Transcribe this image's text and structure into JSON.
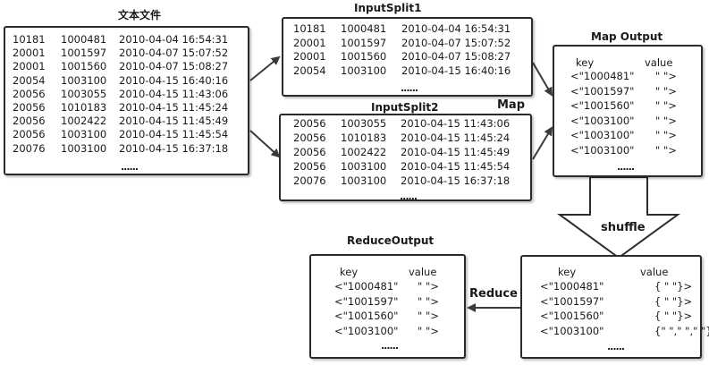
{
  "text_file": {
    "title": "文本文件",
    "rows": [
      [
        "10181",
        "1000481",
        "2010-04-04 16:54:31"
      ],
      [
        "20001",
        "1001597",
        "2010-04-07 15:07:52"
      ],
      [
        "20001",
        "1001560",
        "2010-04-07 15:08:27"
      ],
      [
        "20054",
        "1003100",
        "2010-04-15 16:40:16"
      ],
      [
        "20056",
        "1003055",
        "2010-04-15 11:43:06"
      ],
      [
        "20056",
        "1010183",
        "2010-04-15 11:45:24"
      ],
      [
        "20056",
        "1002422",
        "2010-04-15 11:45:49"
      ],
      [
        "20056",
        "1003100",
        "2010-04-15 11:45:54"
      ],
      [
        "20076",
        "1003100",
        "2010-04-15 16:37:18"
      ]
    ],
    "ellipsis": "......"
  },
  "split1": {
    "title": "InputSplit1",
    "rows": [
      [
        "10181",
        "1000481",
        "2010-04-04 16:54:31"
      ],
      [
        "20001",
        "1001597",
        "2010-04-07 15:07:52"
      ],
      [
        "20001",
        "1001560",
        "2010-04-07 15:08:27"
      ],
      [
        "20054",
        "1003100",
        "2010-04-15 16:40:16"
      ]
    ],
    "ellipsis": "......"
  },
  "split2": {
    "title": "InputSplit2",
    "rows": [
      [
        "20056",
        "1003055",
        "2010-04-15 11:43:06"
      ],
      [
        "20056",
        "1010183",
        "2010-04-15 11:45:24"
      ],
      [
        "20056",
        "1002422",
        "2010-04-15 11:45:49"
      ],
      [
        "20056",
        "1003100",
        "2010-04-15 11:45:54"
      ],
      [
        "20076",
        "1003100",
        "2010-04-15 16:37:18"
      ]
    ],
    "ellipsis": "......"
  },
  "map_label": "Map",
  "map_output": {
    "title": "Map Output",
    "key_header": "key",
    "value_header": "value",
    "rows": [
      [
        "<\"1000481\"",
        "\" \">"
      ],
      [
        "<\"1001597\"",
        "\" \">"
      ],
      [
        "<\"1001560\"",
        "\" \">"
      ],
      [
        "<\"1003100\"",
        "\" \">"
      ],
      [
        "<\"1003100\"",
        "\" \">"
      ],
      [
        "<\"1003100\"",
        "\" \">"
      ]
    ],
    "ellipsis": "......"
  },
  "shuffle_label": "shuffle",
  "reduce_input": {
    "key_header": "key",
    "value_header": "value",
    "rows": [
      [
        "<\"1000481\"",
        "{ \" \"}>"
      ],
      [
        "<\"1001597\"",
        "{ \" \"}>"
      ],
      [
        "<\"1001560\"",
        "{ \" \"}>"
      ],
      [
        "<\"1003100\"",
        "{\" \",\" \",\" \"}>"
      ]
    ],
    "ellipsis": "......"
  },
  "reduce_label": "Reduce",
  "reduce_output": {
    "title": "ReduceOutput",
    "key_header": "key",
    "value_header": "value",
    "rows": [
      [
        "<\"1000481\"",
        "\" \">"
      ],
      [
        "<\"1001597\"",
        "\" \">"
      ],
      [
        "<\"1001560\"",
        "\" \">"
      ],
      [
        "<\"1003100\"",
        "\" \">"
      ]
    ],
    "ellipsis": "......"
  },
  "colors": {
    "border": "#2b2b2b",
    "arrow": "#3a3a3a",
    "background": "#ffffff"
  }
}
